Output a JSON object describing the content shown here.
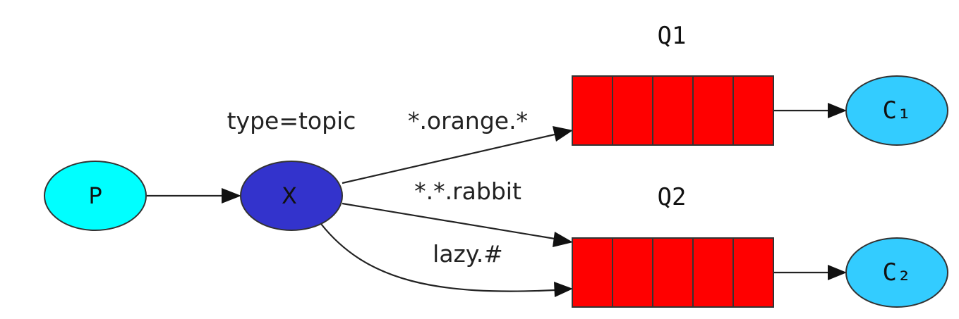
{
  "diagram": {
    "exchange_type_label": "type=topic",
    "nodes": {
      "producer": {
        "label": "P",
        "color": "#00ffff"
      },
      "exchange": {
        "label": "X",
        "color": "#3333cc"
      },
      "consumer1": {
        "label": "C₁",
        "color": "#33ccff"
      },
      "consumer2": {
        "label": "C₂",
        "color": "#33ccff"
      }
    },
    "queues": {
      "q1": {
        "label": "Q1",
        "color": "#ff0000",
        "cells": 5
      },
      "q2": {
        "label": "Q2",
        "color": "#ff0000",
        "cells": 5
      }
    },
    "bindings": {
      "orange": "*.orange.*",
      "rabbit": "*.*.rabbit",
      "lazy": "lazy.#"
    }
  }
}
